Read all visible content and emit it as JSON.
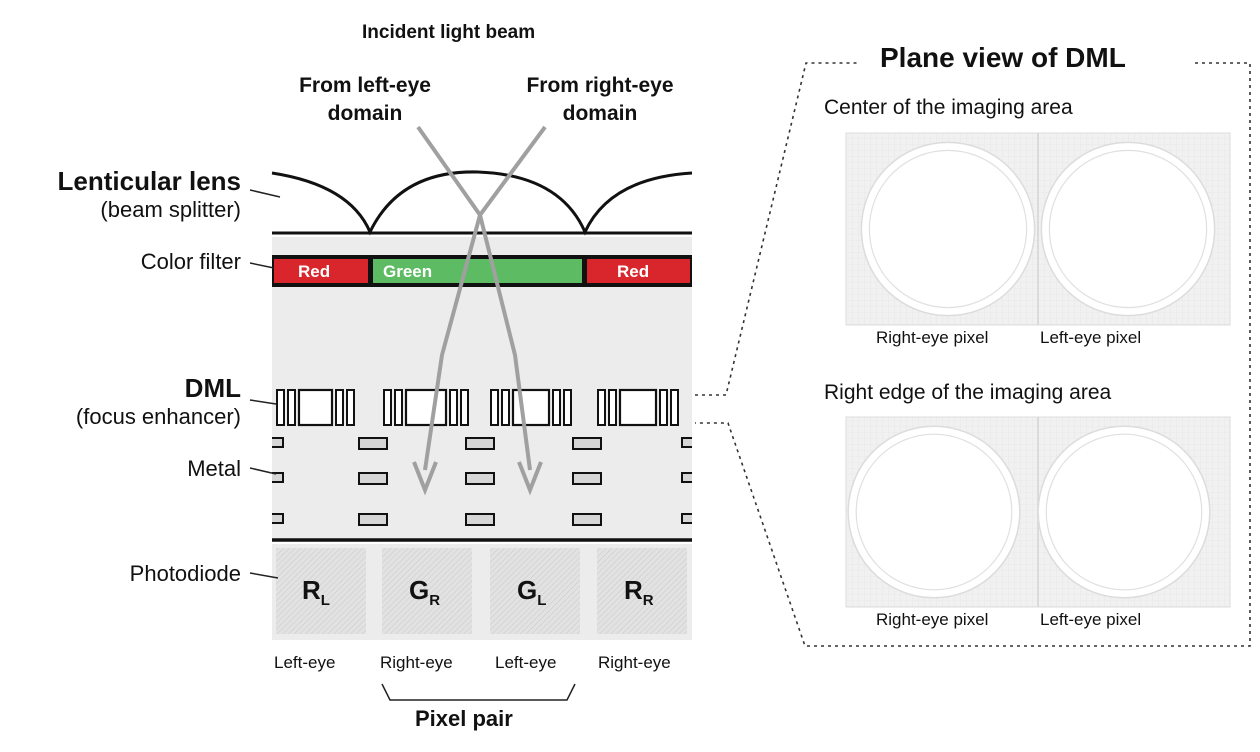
{
  "header": {
    "incident": "Incident light beam",
    "from_left": [
      "From left-eye",
      "domain"
    ],
    "from_right": [
      "From right-eye",
      "domain"
    ]
  },
  "layers": {
    "lens_title": "Lenticular lens",
    "lens_sub": "(beam splitter)",
    "filter": "Color filter",
    "dml_title": "DML",
    "dml_sub": "(focus enhancer)",
    "metal": "Metal",
    "photodiode": "Photodiode"
  },
  "filters": [
    {
      "label": "Red",
      "color": "#d9252c"
    },
    {
      "label": "Green",
      "color": "#5dbb63"
    },
    {
      "label": "Red",
      "color": "#d9252c"
    }
  ],
  "photodiodes": [
    {
      "main": "R",
      "sub": "L",
      "eye": "Left-eye"
    },
    {
      "main": "G",
      "sub": "R",
      "eye": "Right-eye"
    },
    {
      "main": "G",
      "sub": "L",
      "eye": "Left-eye"
    },
    {
      "main": "R",
      "sub": "R",
      "eye": "Right-eye"
    }
  ],
  "pixel_pair": "Pixel pair",
  "plane_view": {
    "title": "Plane view of DML",
    "panels": [
      {
        "caption": "Center of the imaging area",
        "labels": [
          "Right-eye pixel",
          "Left-eye pixel"
        ]
      },
      {
        "caption": "Right edge of the imaging area",
        "labels": [
          "Right-eye pixel",
          "Left-eye pixel"
        ]
      }
    ]
  },
  "colors": {
    "beam": "#a0a0a0",
    "layer_bg": "#ececec",
    "pd_bg": "#dcdcdc"
  }
}
